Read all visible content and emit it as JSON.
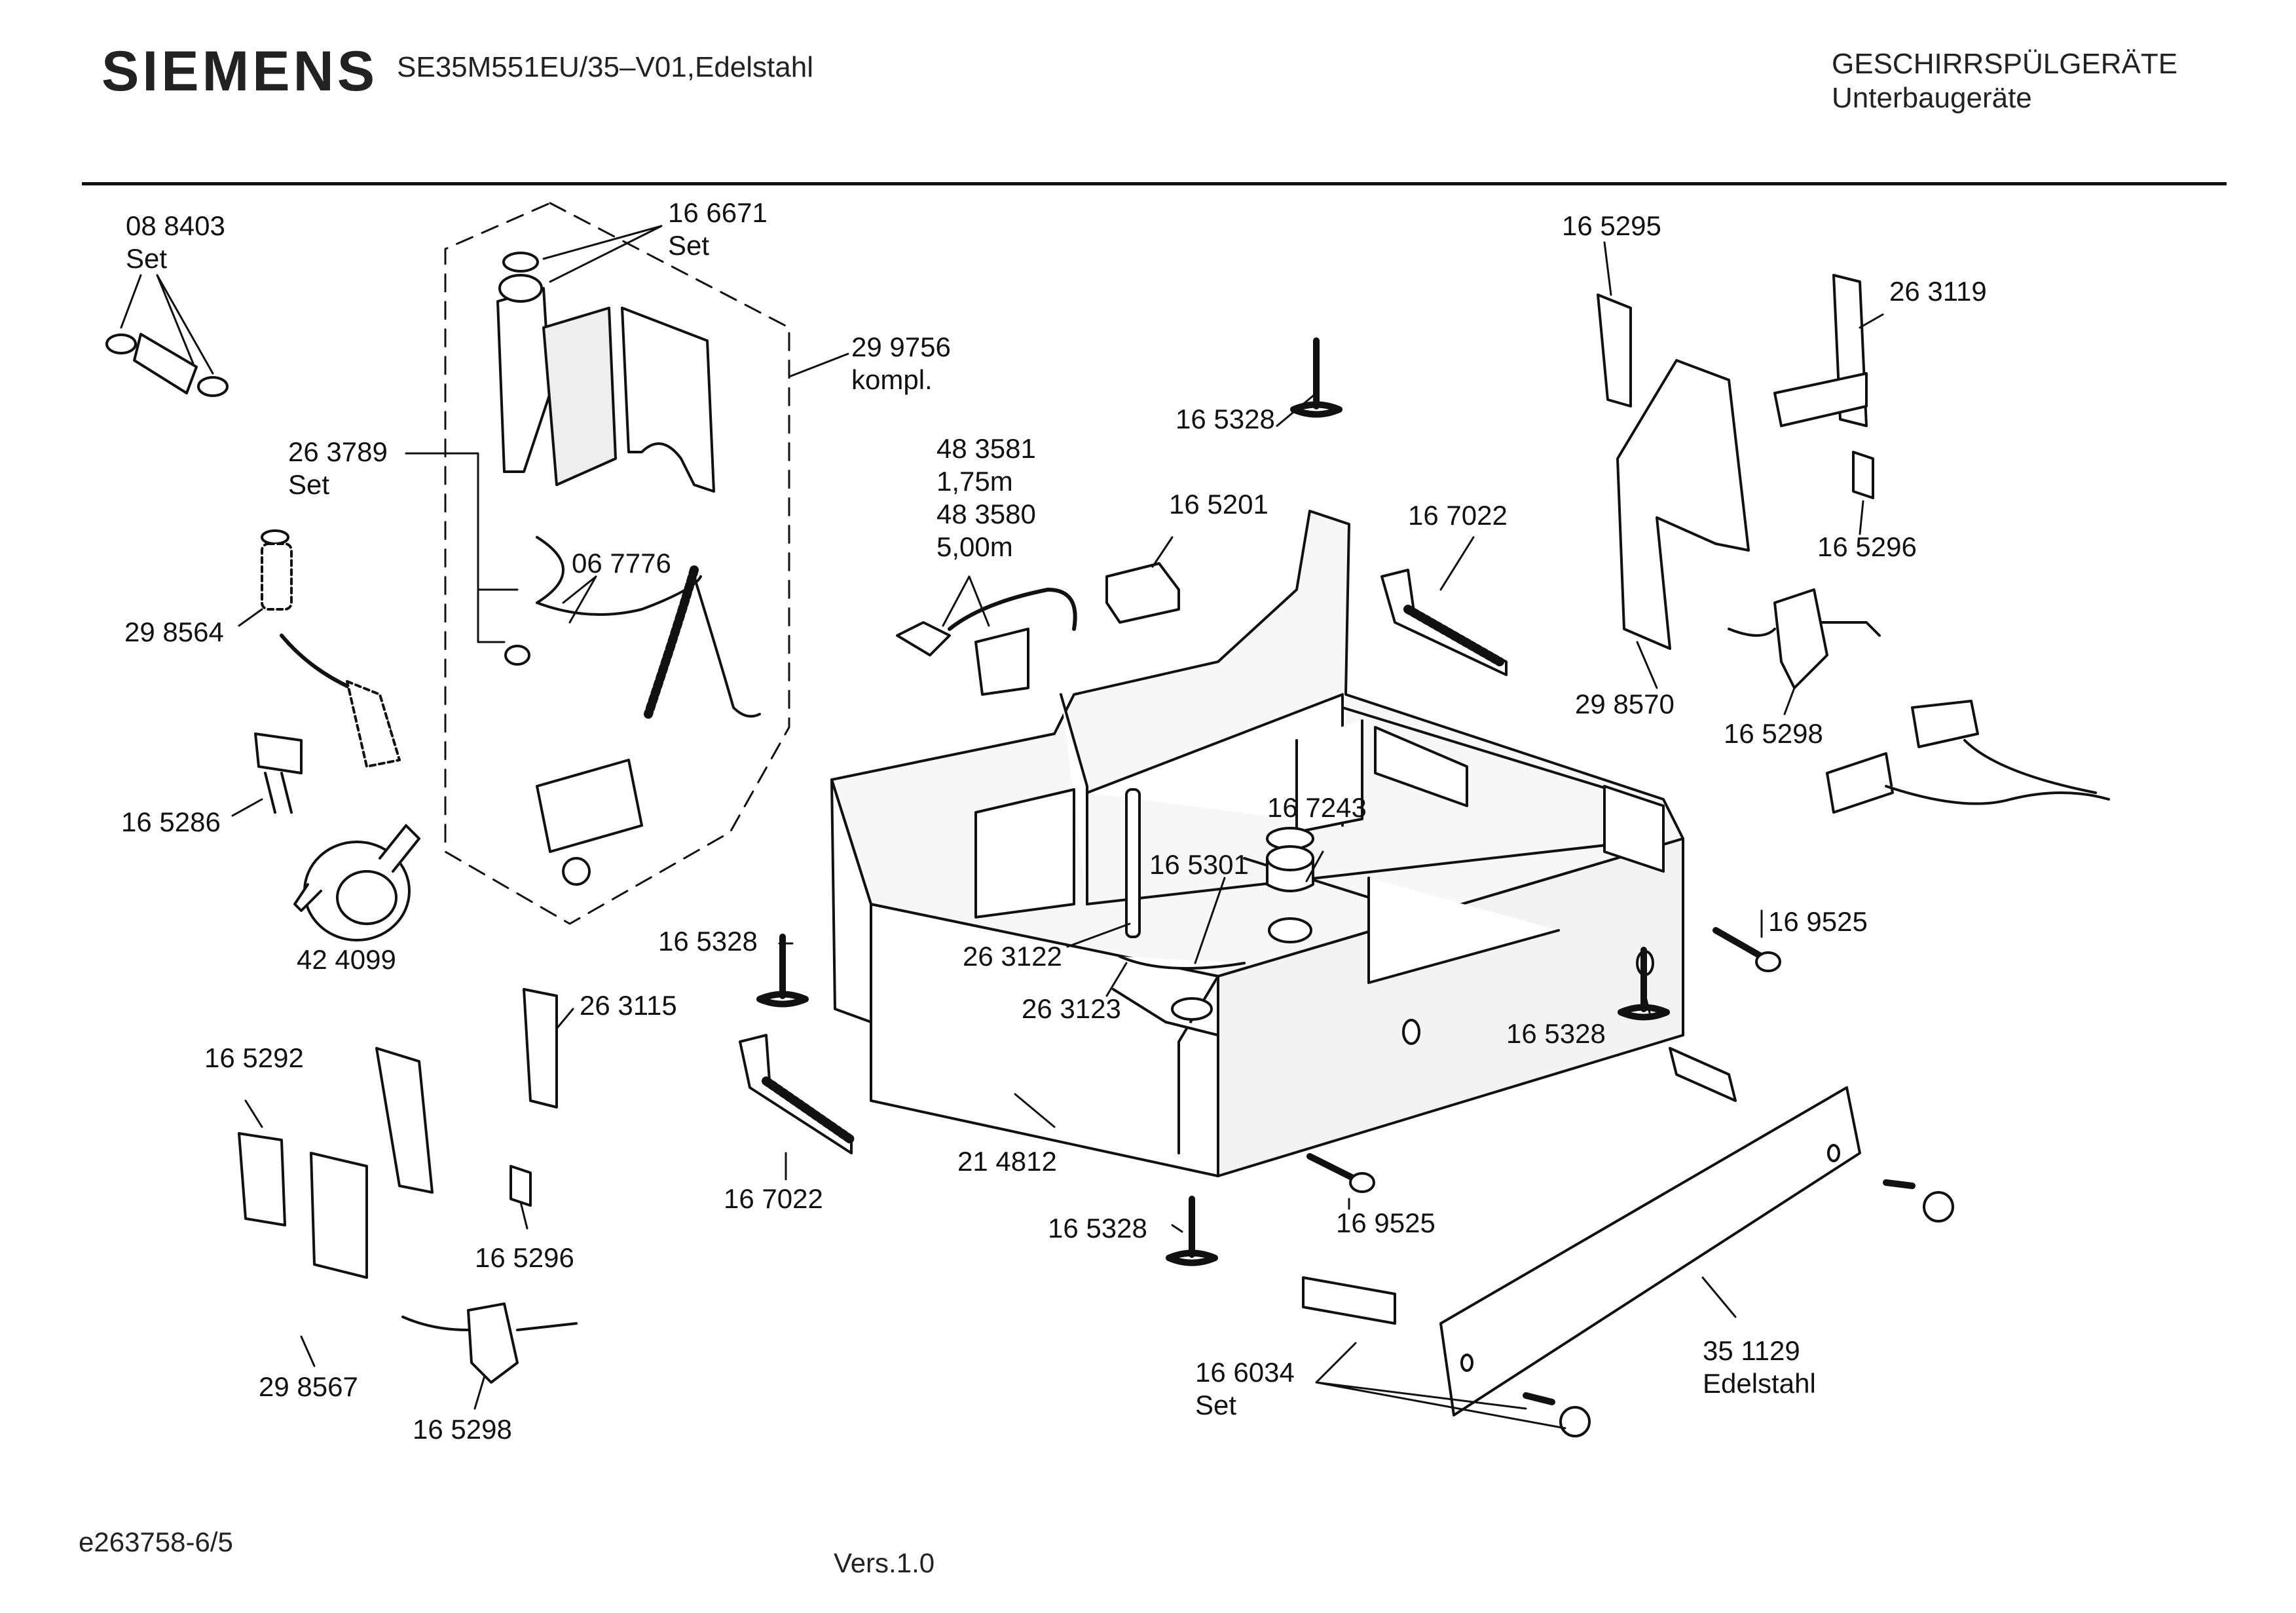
{
  "header": {
    "brand": "SIEMENS",
    "model": "SE35M551EU/35–V01,Edelstahl",
    "category_line1": "GESCHIRRSPÜLGERÄTE",
    "category_line2": "Unterbaugeräte"
  },
  "footer": {
    "doc_id": "e263758-6/5",
    "version": "Vers.1.0"
  },
  "parts": [
    {
      "id": "p088403",
      "number": "08 8403",
      "note": "Set"
    },
    {
      "id": "p166671",
      "number": "16 6671",
      "note": "Set"
    },
    {
      "id": "p299756",
      "number": "29 9756",
      "note": "kompl."
    },
    {
      "id": "p263789",
      "number": "26 3789",
      "note": "Set"
    },
    {
      "id": "p067776",
      "number": "06 7776",
      "note": ""
    },
    {
      "id": "p298564",
      "number": "29 8564",
      "note": ""
    },
    {
      "id": "p165286",
      "number": "16 5286",
      "note": ""
    },
    {
      "id": "p424099",
      "number": "42 4099",
      "note": ""
    },
    {
      "id": "p483581",
      "number": "48 3581",
      "note": "1,75m"
    },
    {
      "id": "p483580",
      "number": "48 3580",
      "note": "5,00m"
    },
    {
      "id": "p165201",
      "number": "16 5201",
      "note": ""
    },
    {
      "id": "p165328a",
      "number": "16 5328",
      "note": ""
    },
    {
      "id": "p167022a",
      "number": "16 7022",
      "note": ""
    },
    {
      "id": "p165295",
      "number": "16 5295",
      "note": ""
    },
    {
      "id": "p263119",
      "number": "26 3119",
      "note": ""
    },
    {
      "id": "p165296a",
      "number": "16 5296",
      "note": ""
    },
    {
      "id": "p298570",
      "number": "29 8570",
      "note": ""
    },
    {
      "id": "p165298a",
      "number": "16 5298",
      "note": ""
    },
    {
      "id": "p167243",
      "number": "16 7243",
      "note": ""
    },
    {
      "id": "p165301",
      "number": "16 5301",
      "note": ""
    },
    {
      "id": "p263122",
      "number": "26 3122",
      "note": ""
    },
    {
      "id": "p263123",
      "number": "26 3123",
      "note": ""
    },
    {
      "id": "p165328b",
      "number": "16 5328",
      "note": ""
    },
    {
      "id": "p169525a",
      "number": "16 9525",
      "note": ""
    },
    {
      "id": "p165328c",
      "number": "16 5328",
      "note": ""
    },
    {
      "id": "p263115",
      "number": "26 3115",
      "note": ""
    },
    {
      "id": "p165292",
      "number": "16 5292",
      "note": ""
    },
    {
      "id": "p167022b",
      "number": "16 7022",
      "note": ""
    },
    {
      "id": "p214812",
      "number": "21 4812",
      "note": ""
    },
    {
      "id": "p165328d",
      "number": "16 5328",
      "note": ""
    },
    {
      "id": "p169525b",
      "number": "16 9525",
      "note": ""
    },
    {
      "id": "p165296b",
      "number": "16 5296",
      "note": ""
    },
    {
      "id": "p298567",
      "number": "29 8567",
      "note": ""
    },
    {
      "id": "p165298b",
      "number": "16 5298",
      "note": ""
    },
    {
      "id": "p166034",
      "number": "16 6034",
      "note": "Set"
    },
    {
      "id": "p351129",
      "number": "35 1129",
      "note": "Edelstahl"
    }
  ]
}
